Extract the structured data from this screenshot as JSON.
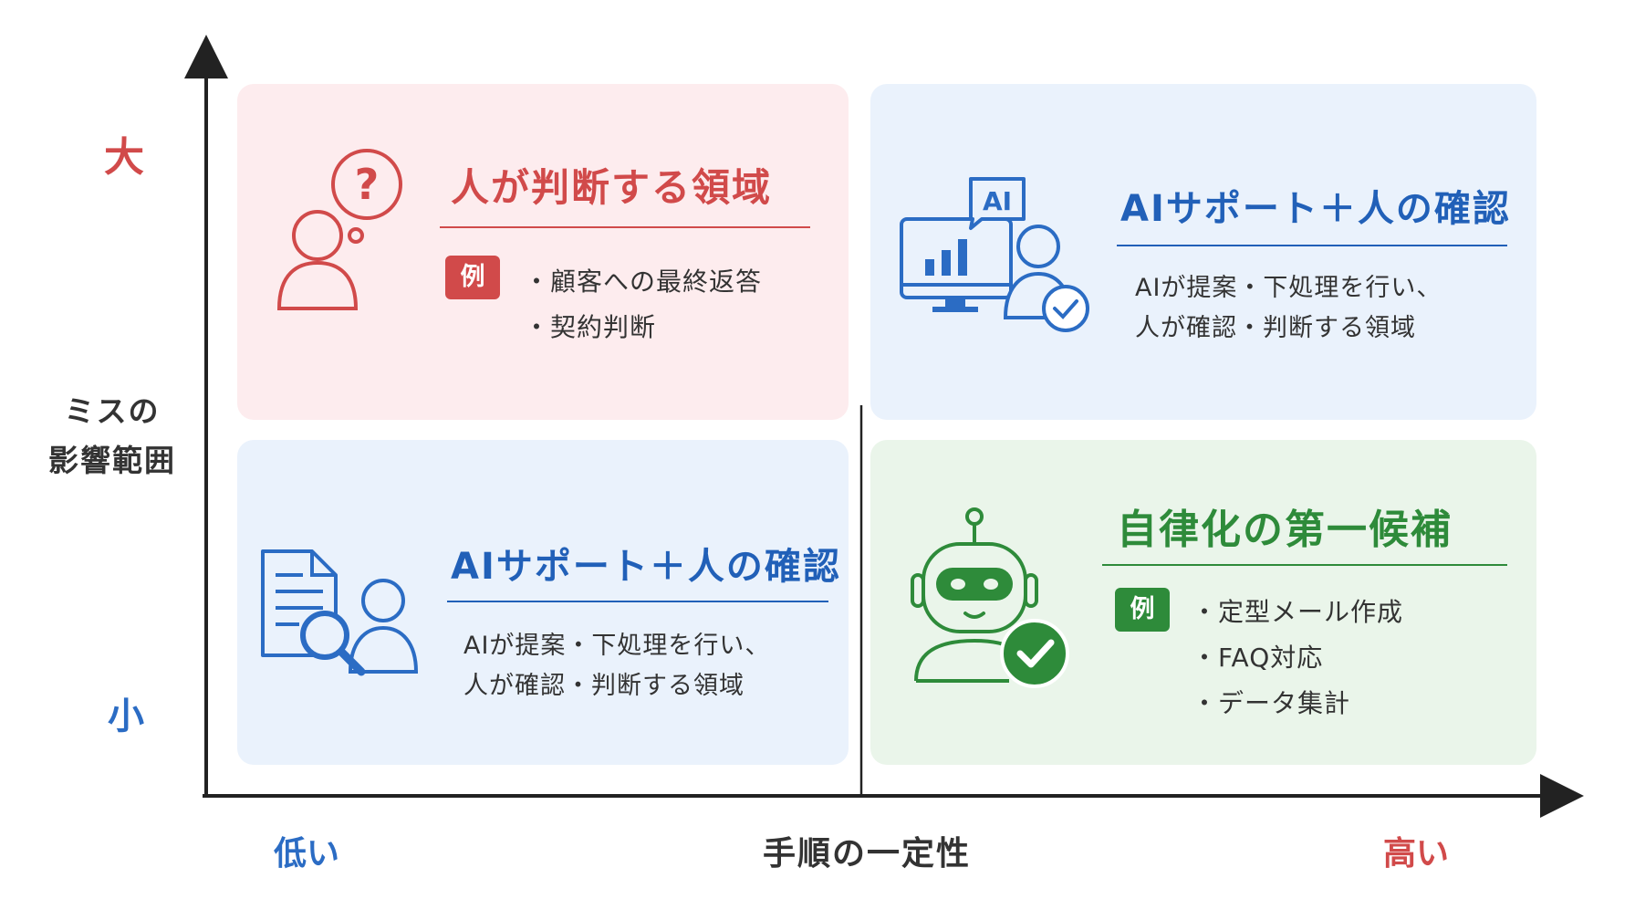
{
  "axes": {
    "y_title": [
      "ミスの",
      "影響範囲"
    ],
    "y_high": "大",
    "y_low": "小",
    "x_title": "手順の一定性",
    "x_low": "低い",
    "x_high": "高い"
  },
  "quadrants": {
    "top_left": {
      "title": "人が判断する領域",
      "badge": "例",
      "examples": [
        "顧客への最終返答",
        "契約判断"
      ],
      "color": "#d14a4a"
    },
    "top_right": {
      "title": "AIサポート＋人の確認",
      "icon_text": "AI",
      "desc": [
        "AIが提案・下処理を行い、",
        "人が確認・判断する領域"
      ],
      "color": "#2160b8"
    },
    "bottom_left": {
      "title": "AIサポート＋人の確認",
      "desc": [
        "AIが提案・下処理を行い、",
        "人が確認・判断する領域"
      ],
      "color": "#2160b8"
    },
    "bottom_right": {
      "title": "自律化の第一候補",
      "badge": "例",
      "examples": [
        "定型メール作成",
        "FAQ対応",
        "データ集計"
      ],
      "color": "#2e8b3a"
    }
  }
}
